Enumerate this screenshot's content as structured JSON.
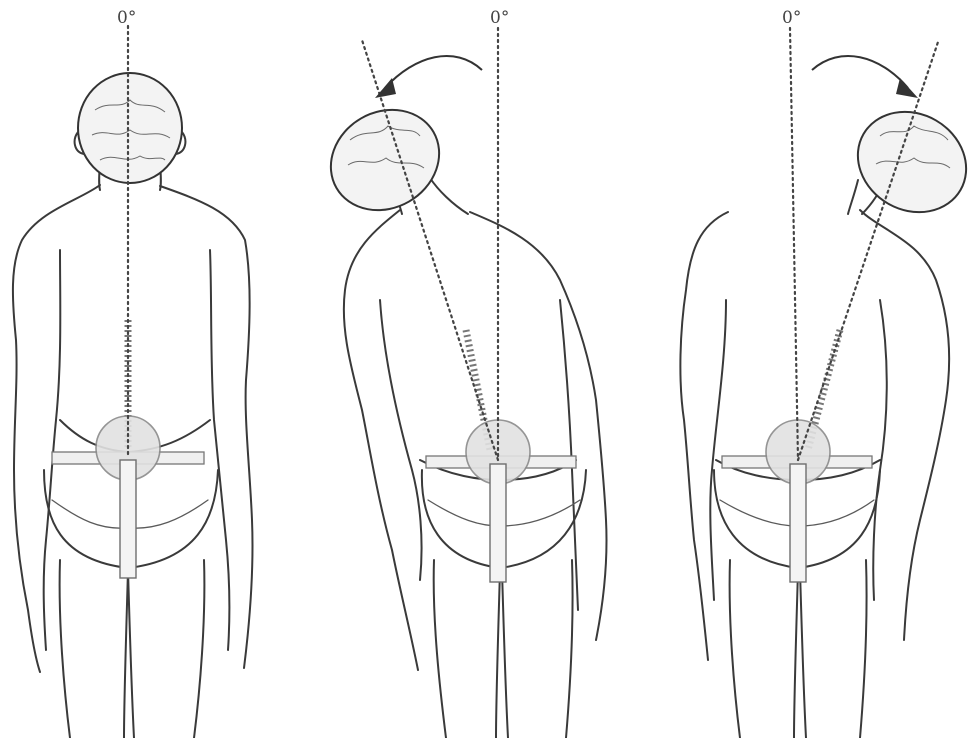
{
  "figures": [
    {
      "id": "neutral",
      "angle_label": "0°",
      "tilt_deg": 0
    },
    {
      "id": "left-lateral-flexion",
      "angle_label": "0°",
      "tilt_deg": -22
    },
    {
      "id": "right-lateral-flexion",
      "angle_label": "0°",
      "tilt_deg": 22
    }
  ],
  "colors": {
    "line": "#3a3a3a",
    "background": "#ffffff",
    "instrument": "#e2e2e2"
  }
}
